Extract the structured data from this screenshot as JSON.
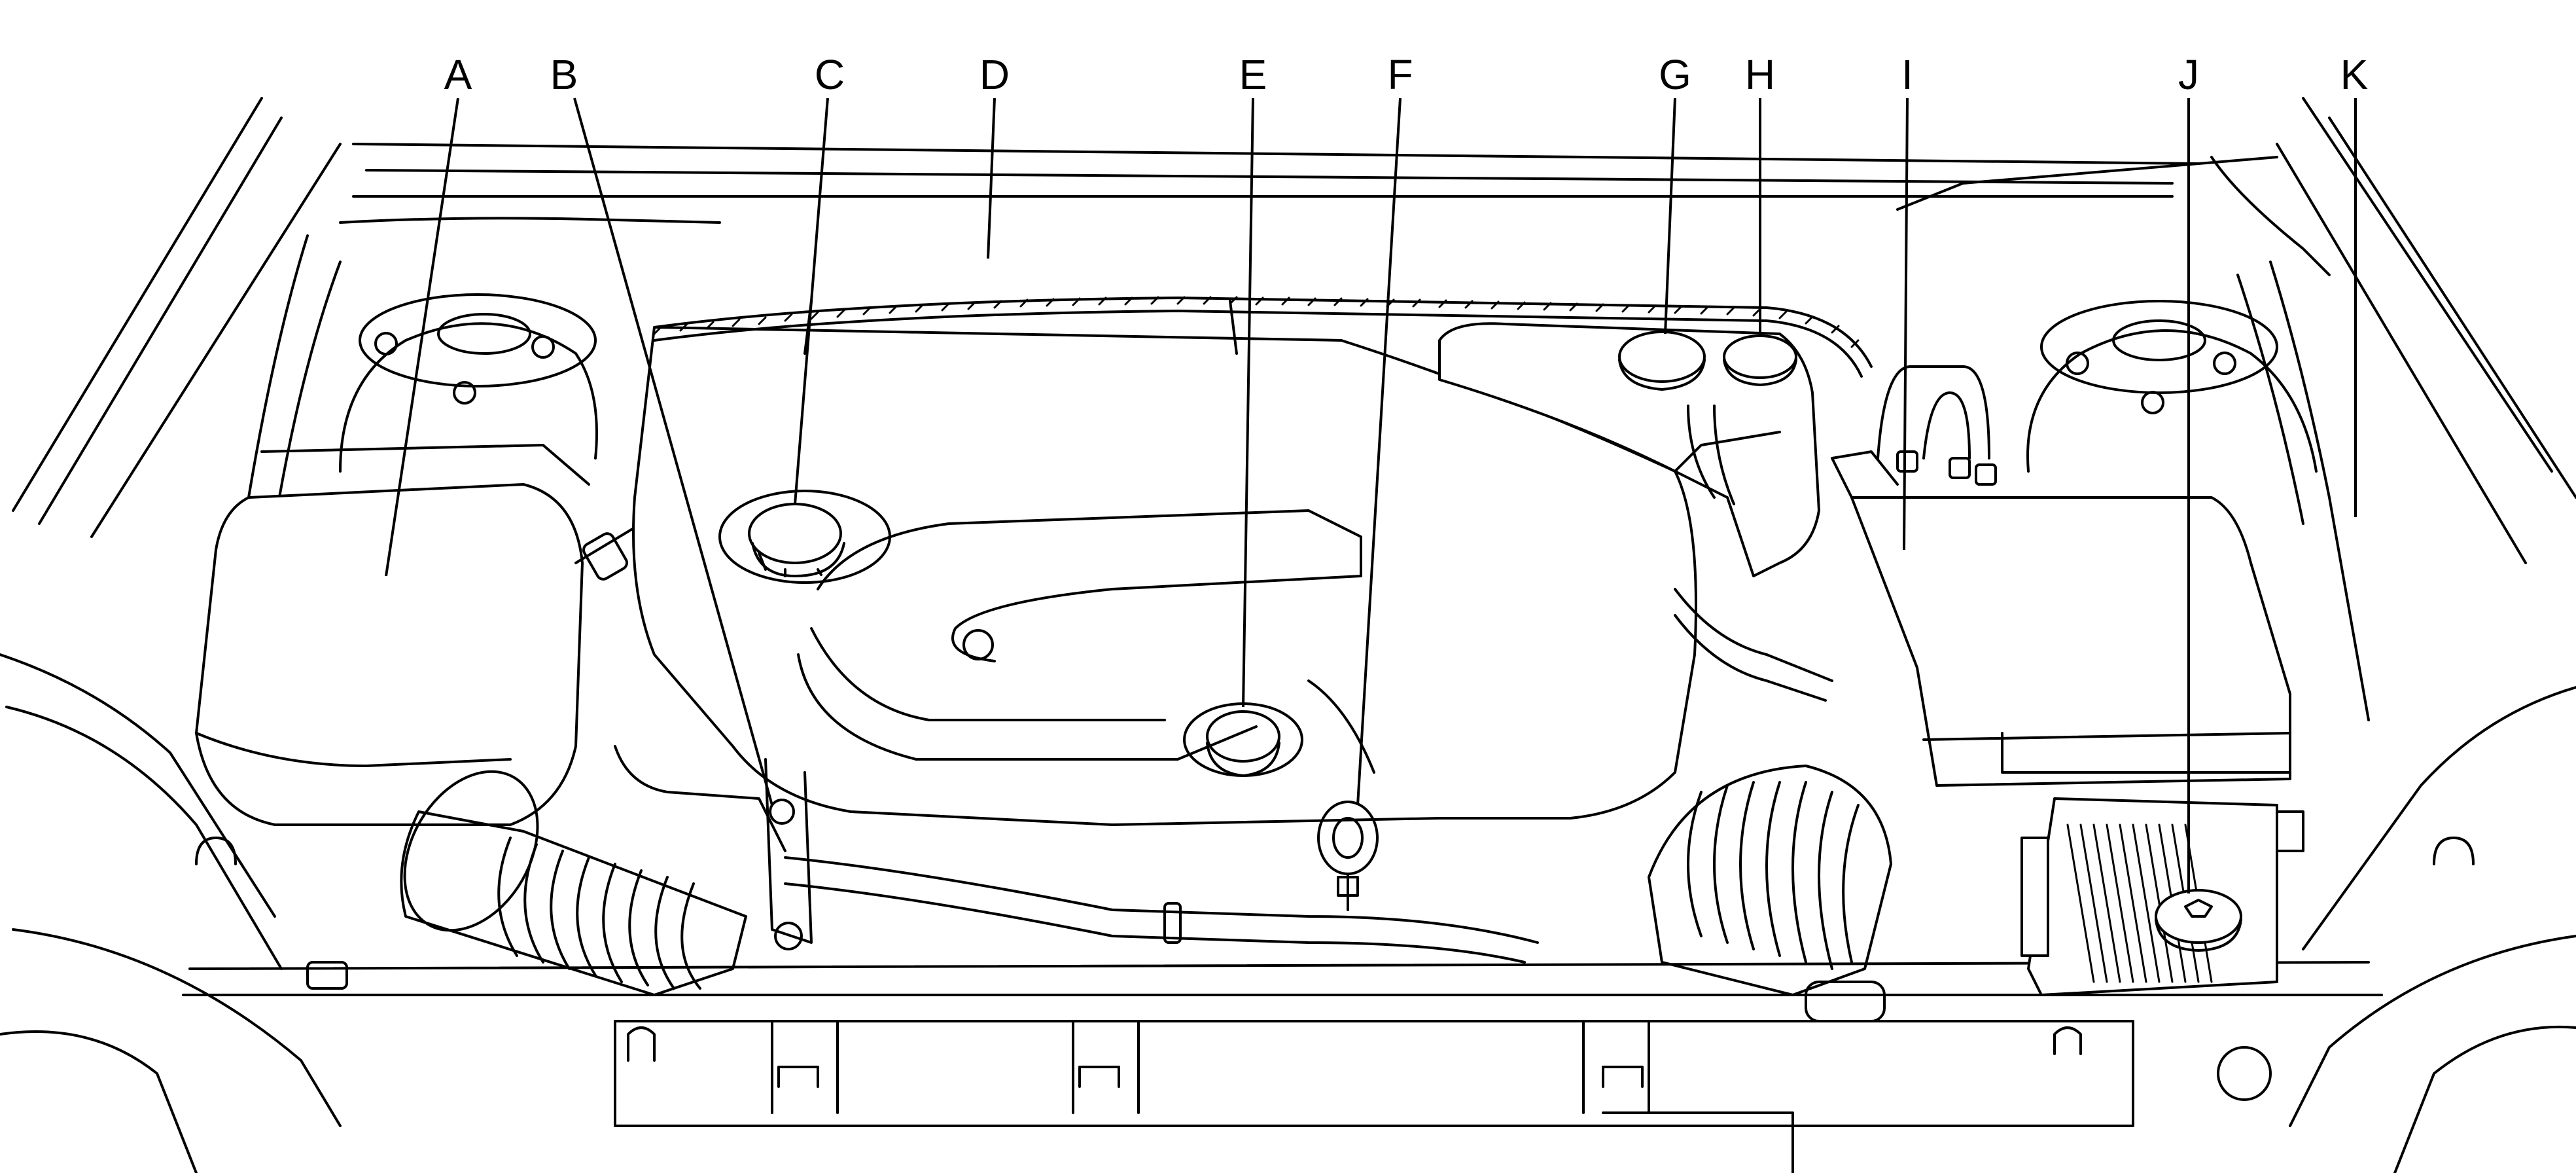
{
  "callouts": {
    "a": "A",
    "b": "B",
    "c": "C",
    "d": "D",
    "e": "E",
    "f": "F",
    "g": "G",
    "h": "H",
    "i": "I",
    "j": "J",
    "k": "K"
  },
  "colors": {
    "line": "#000000",
    "background": "#ffffff"
  }
}
